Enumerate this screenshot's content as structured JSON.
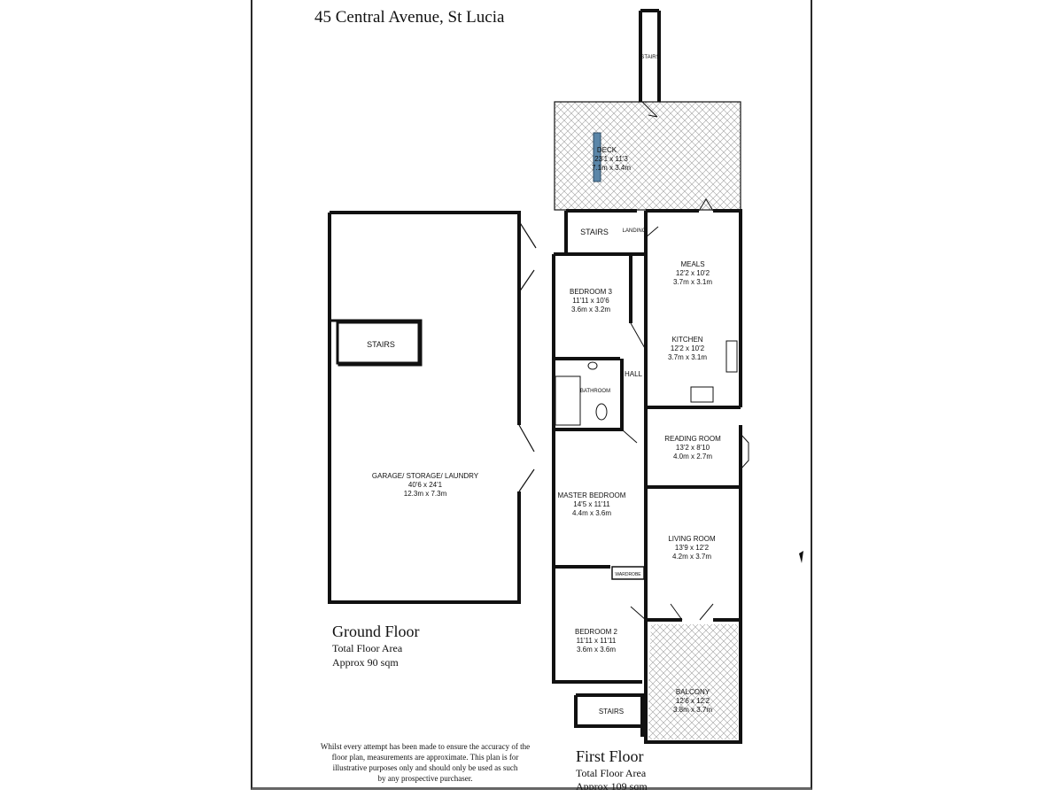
{
  "header": {
    "address": "45 Central Avenue, St Lucia"
  },
  "ground_floor": {
    "title": "Ground Floor",
    "area_label": "Total Floor Area",
    "area_value": "Approx 90 sqm",
    "rooms": {
      "stairs": "STAIRS",
      "garage": {
        "name": "GARAGE/ STORAGE/ LAUNDRY",
        "imperial": "40'6 x 24'1",
        "metric": "12.3m x 7.3m"
      }
    }
  },
  "first_floor": {
    "title": "First Floor",
    "area_label": "Total Floor Area",
    "area_value": "Approx 109 sqm",
    "rooms": {
      "top_stairs": "STAIRS",
      "deck": {
        "name": "DECK",
        "imperial": "23'1 x 11'3",
        "metric": "7.1m x 3.4m"
      },
      "stairs": "STAIRS",
      "landing": "LANDING",
      "bedroom3": {
        "name": "BEDROOM 3",
        "imperial": "11'11 x 10'6",
        "metric": "3.6m x 3.2m"
      },
      "meals": {
        "name": "MEALS",
        "imperial": "12'2 x 10'2",
        "metric": "3.7m x 3.1m"
      },
      "kitchen": {
        "name": "KITCHEN",
        "imperial": "12'2 x 10'2",
        "metric": "3.7m x 3.1m"
      },
      "hall": "HALL",
      "bathroom": "BATHROOM",
      "reading_room": {
        "name": "READING ROOM",
        "imperial": "13'2 x 8'10",
        "metric": "4.0m x 2.7m"
      },
      "master_bedroom": {
        "name": "MASTER BEDROOM",
        "imperial": "14'5 x 11'11",
        "metric": "4.4m x 3.6m"
      },
      "living_room": {
        "name": "LIVING ROOM",
        "imperial": "13'9 x 12'2",
        "metric": "4.2m x 3.7m"
      },
      "wardrobe": "WARDROBE",
      "bedroom2": {
        "name": "BEDROOM 2",
        "imperial": "11'11 x 11'11",
        "metric": "3.6m x 3.6m"
      },
      "balcony": {
        "name": "BALCONY",
        "imperial": "12'6 x 12'2",
        "metric": "3.8m x 3.7m"
      },
      "bottom_stairs": "STAIRS"
    }
  },
  "disclaimer": {
    "line1": "Whilst every attempt has been made to ensure the accuracy of the",
    "line2": "floor plan, measurements are approximate. This plan is for",
    "line3": "illustrative purposes only and should only be used as such",
    "line4": "by any prospective purchaser."
  },
  "colors": {
    "wall": "#111111",
    "hatch": "#9a9a9a",
    "marker": "#5b86a8",
    "paper": "#ffffff"
  }
}
